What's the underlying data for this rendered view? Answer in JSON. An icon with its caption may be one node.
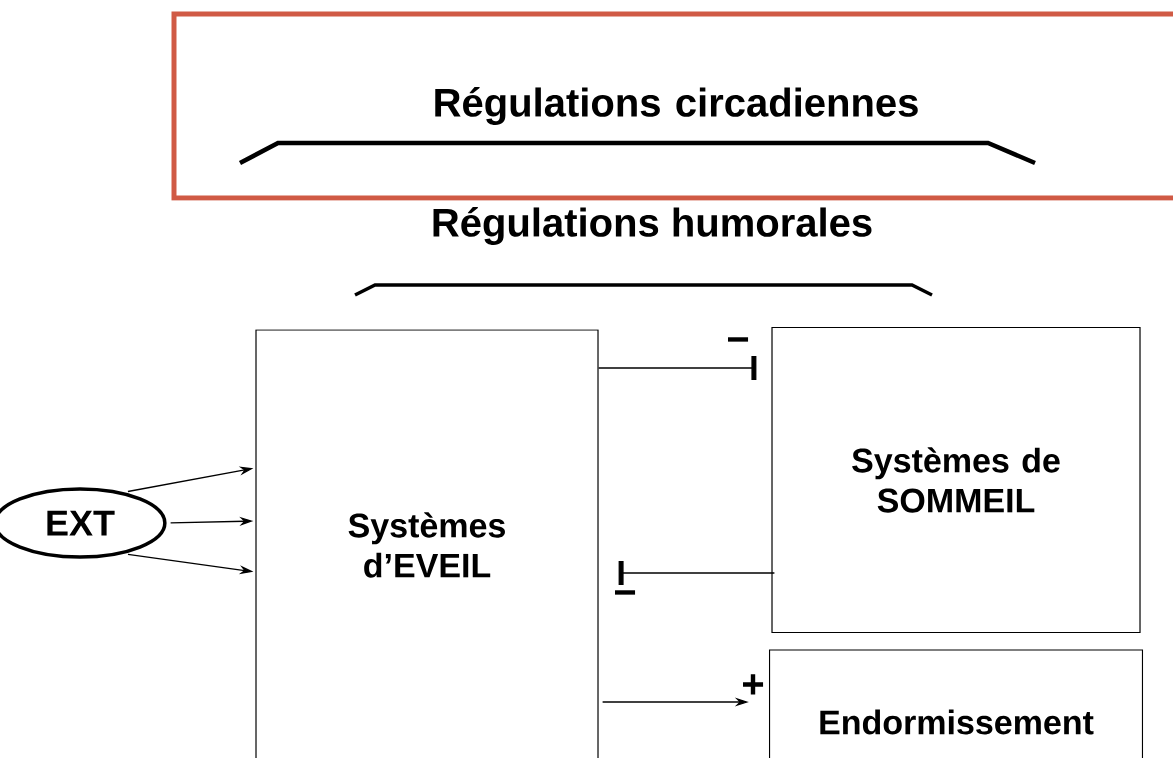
{
  "diagram": {
    "nodes": [
      {
        "text": [
          "Régulations circadiennes"
        ]
      },
      {
        "text": [
          "EXT"
        ]
      },
      {
        "text": [
          "Systèmes d’EVEIL"
        ]
      },
      {
        "text": [
          "Systèmes de SOMMEIL"
        ]
      },
      {
        "text": [
          "Endormissement"
        ]
      }
    ],
    "edges": [
      {
        "from": 1,
        "to": 2,
        "arrow": "to"
      },
      {
        "from": 1,
        "to": 2,
        "arrow": "to"
      },
      {
        "from": 1,
        "to": 2,
        "arrow": "to"
      },
      {
        "from": 2,
        "to": 3,
        "arrow": "other",
        "label": "−"
      },
      {
        "from": 3,
        "to": 2,
        "arrow": "other",
        "label": "−"
      },
      {
        "from": 2,
        "to": 4,
        "arrow": "to",
        "label": "+"
      }
    ],
    "labels": [
      "Régulations humorales"
    ]
  }
}
